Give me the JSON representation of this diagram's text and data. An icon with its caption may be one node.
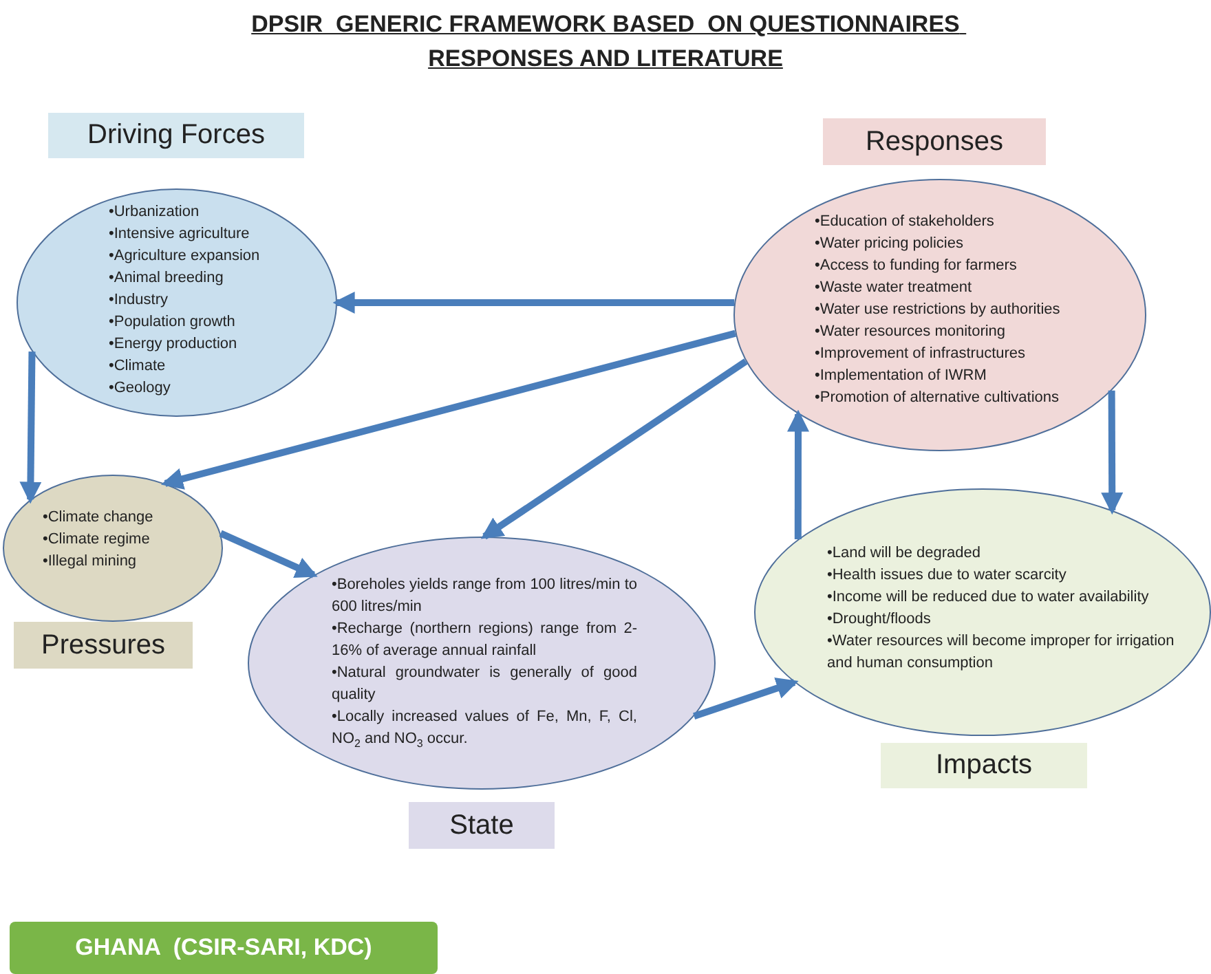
{
  "diagram": {
    "title": "DPSIR  GENERIC FRAMEWORK BASED  ON QUESTIONNAIRES RESPONSES AND LITERATURE",
    "nodes": [
      {
        "text": [
          "Driving Forces"
        ]
      },
      {
        "text": [
          "•Urbanization",
          "•Intensive agriculture",
          "•Agriculture expansion",
          "•Animal breeding",
          "•Industry",
          "•Population growth",
          "•Energy production",
          "•Climate",
          "•Geology"
        ]
      },
      {
        "text": [
          "Responses"
        ]
      },
      {
        "text": [
          "•Education of stakeholders",
          "•Water pricing policies",
          "•Access to funding for farmers",
          "•Waste water treatment",
          "•Water use restrictions by authorities",
          "•Water resources monitoring",
          "•Improvement of infrastructures",
          "•Implementation of IWRM",
          "•Promotion of alternative cultivations"
        ]
      },
      {
        "text": [
          "•Climate change",
          "•Climate regime",
          "•Illegal mining"
        ]
      },
      {
        "text": [
          "Pressures"
        ]
      },
      {
        "text": [
          "•Boreholes yields range from 100 litres/min to 600 litres/min",
          "•Recharge (northern regions) range from 2-16% of average annual rainfall",
          "•Natural groundwater is generally of good quality",
          "•Locally increased values of  Fe, Mn, F, Cl, NO$_{2}$ and NO$_{3}$ occur."
        ]
      },
      {
        "text": [
          "•Land will be degraded",
          "•Health issues due to water scarcity",
          "•Income will be reduced due to water availability",
          "•Drought/floods",
          "•Water resources will become improper for irrigation and human consumption"
        ]
      },
      {
        "text": [
          "Impacts"
        ]
      },
      {
        "text": [
          "State"
        ]
      },
      {
        "text": [
          "GHANA  (CSIR-SARI, KDC)"
        ]
      }
    ],
    "edges": [
      {
        "from": 3,
        "to": 1,
        "arrow": "to"
      },
      {
        "from": 3,
        "to": 4,
        "arrow": "to"
      },
      {
        "from": 3,
        "to": 6,
        "arrow": "to"
      },
      {
        "from": 1,
        "to": 4,
        "arrow": "to"
      },
      {
        "from": 4,
        "to": 6,
        "arrow": "to"
      },
      {
        "from": 6,
        "to": 7,
        "arrow": "to"
      },
      {
        "from": 7,
        "to": 3,
        "arrow": "to"
      },
      {
        "from": 3,
        "to": 7,
        "arrow": "to"
      }
    ]
  }
}
